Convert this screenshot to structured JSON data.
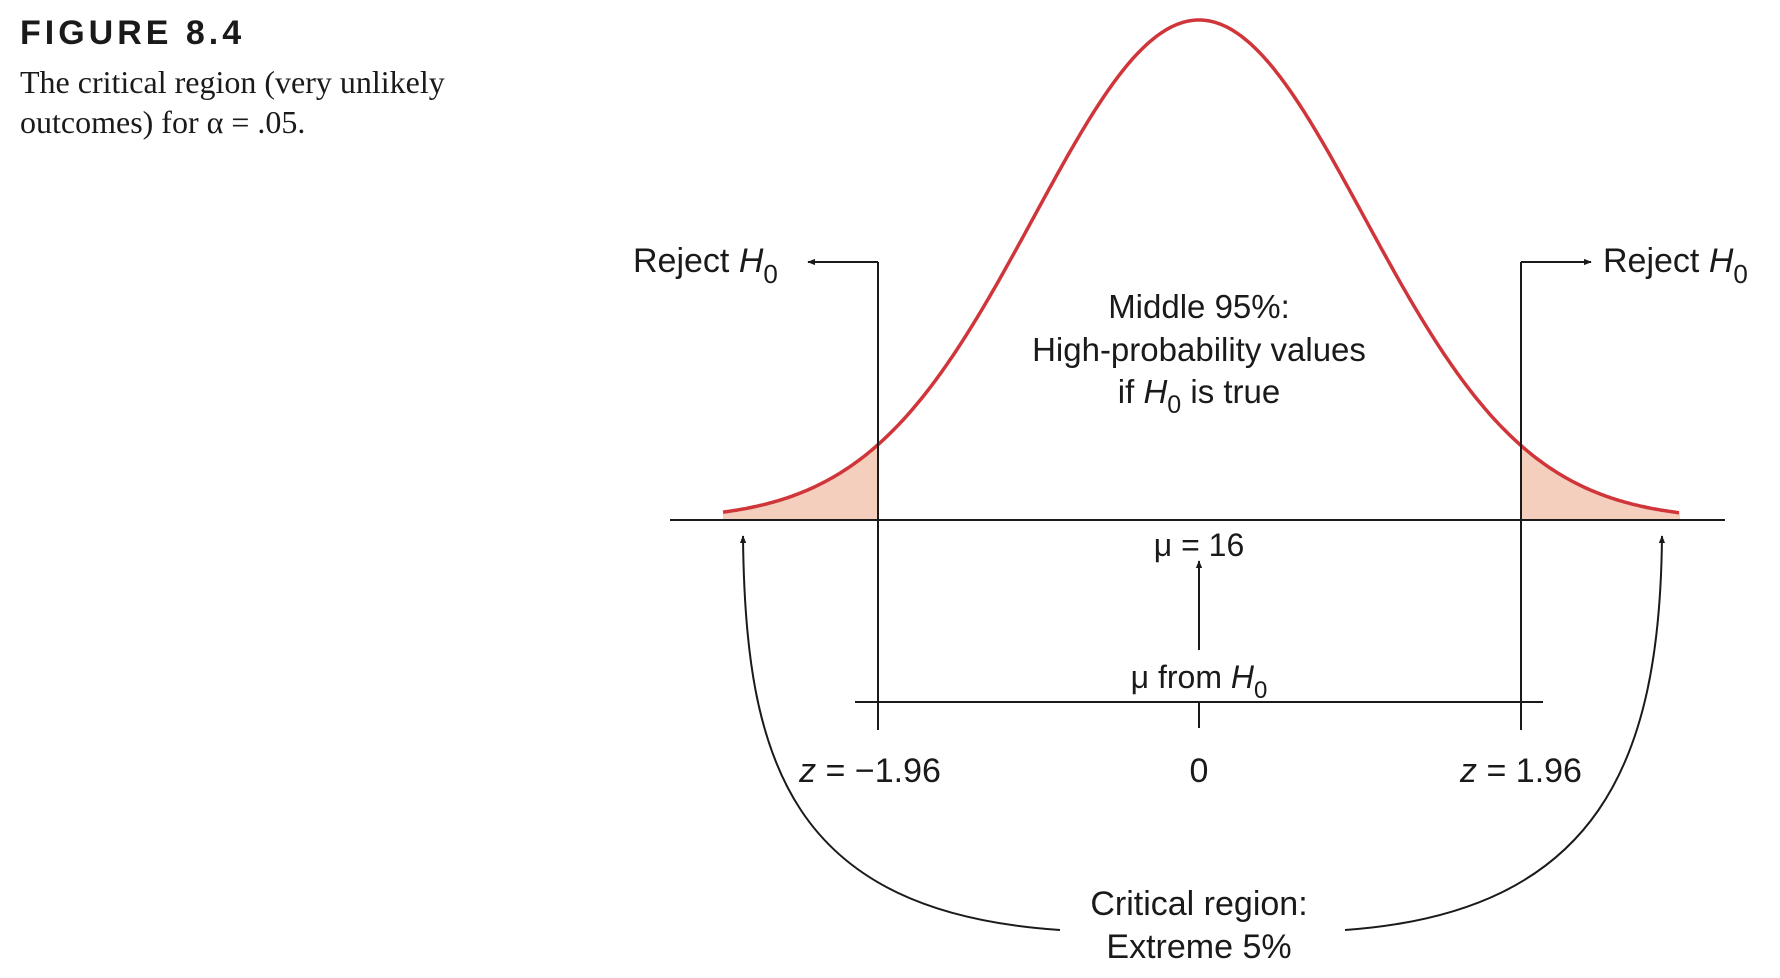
{
  "figure": {
    "label": "FIGURE 8.4",
    "caption": "The critical region (very unlikely outcomes) for α = .05."
  },
  "diagram": {
    "reject_left": {
      "word": "Reject",
      "symbol": "H",
      "subscript": "0"
    },
    "reject_right": {
      "word": "Reject",
      "symbol": "H",
      "subscript": "0"
    },
    "middle": {
      "line1": "Middle 95%:",
      "line2": "High-probability values",
      "line3_prefix": "if",
      "line3_symbol": "H",
      "line3_subscript": "0",
      "line3_suffix": "is true"
    },
    "mu_value": "μ = 16",
    "mu_from": {
      "prefix": "μ from",
      "symbol": "H",
      "subscript": "0"
    },
    "z_left": {
      "var": "z",
      "rest": " = −1.96"
    },
    "z_center": "0",
    "z_right": {
      "var": "z",
      "rest": " = 1.96"
    },
    "critical": {
      "line1": "Critical region:",
      "line2": "Extreme 5%"
    },
    "colors": {
      "curve": "#d0353a",
      "critical_fill": "#f4cfbe",
      "line": "#1a1a1a"
    }
  }
}
